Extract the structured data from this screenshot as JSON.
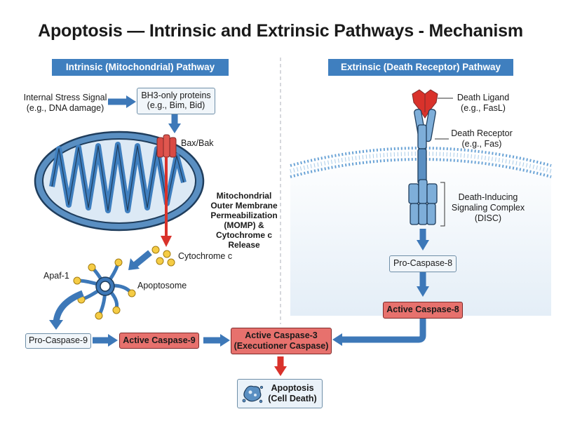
{
  "title": "Apoptosis — Intrinsic and Extrinsic Pathways - Mechanism",
  "intrinsic": {
    "header": "Intrinsic (Mitochondrial) Pathway",
    "stress_signal_line1": "Internal Stress Signal",
    "stress_signal_line2": "(e.g., DNA damage)",
    "bh3_line1": "BH3-only proteins",
    "bh3_line2": "(e.g., Bim, Bid)",
    "bax_bak": "Bax/Bak",
    "momp_lines": [
      "Mitochondrial",
      "Outer Membrane",
      "Permeabilization",
      "(MOMP) &",
      "Cytochrome c",
      "Release"
    ],
    "cytochrome_c": "Cytochrome c",
    "apaf1": "Apaf-1",
    "apoptosome": "Apoptosome",
    "pro_caspase_9": "Pro-Caspase-9",
    "active_caspase_9": "Active Caspase-9"
  },
  "extrinsic": {
    "header": "Extrinsic (Death Receptor) Pathway",
    "death_ligand_line1": "Death Ligand",
    "death_ligand_line2": "(e.g., FasL)",
    "death_receptor_line1": "Death Receptor",
    "death_receptor_line2": "(e.g., Fas)",
    "disc_line1": "Death-Inducing",
    "disc_line2": "Signaling Complex",
    "disc_line3": "(DISC)",
    "pro_caspase_8": "Pro-Caspase-8",
    "active_caspase_8": "Active Caspase-8"
  },
  "common": {
    "caspase3_line1": "Active Caspase-3",
    "caspase3_line2": "(Executioner Caspase)",
    "apoptosis_line1": "Apoptosis",
    "apoptosis_line2": "(Cell Death)"
  },
  "colors": {
    "header_blue": "#3f7fbf",
    "arrow_blue": "#3d78b8",
    "mito_blue": "#5a8fc2",
    "active_red": "#e7716d",
    "cyto_yellow": "#f5cc45"
  }
}
